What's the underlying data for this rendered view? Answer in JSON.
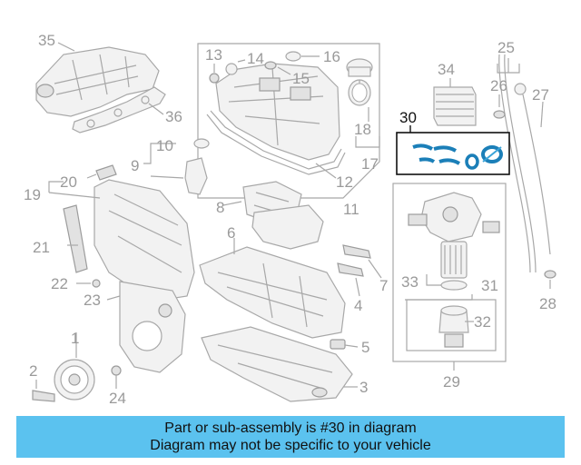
{
  "callouts": {
    "c1": "1",
    "c2": "2",
    "c3": "3",
    "c4": "4",
    "c5": "5",
    "c6": "6",
    "c7": "7",
    "c8": "8",
    "c9": "9",
    "c10": "10",
    "c11": "11",
    "c12": "12",
    "c13": "13",
    "c14": "14",
    "c15": "15",
    "c16": "16",
    "c17": "17",
    "c18": "18",
    "c19": "19",
    "c20": "20",
    "c21": "21",
    "c22": "22",
    "c23": "23",
    "c24": "24",
    "c25": "25",
    "c26": "26",
    "c27": "27",
    "c28": "28",
    "c29": "29",
    "c30": "30",
    "c31": "31",
    "c32": "32",
    "c33": "33",
    "c34": "34",
    "c35": "35",
    "c36": "36"
  },
  "highlight_callout": "30",
  "banner": {
    "line1": "Part or sub-assembly is #30 in diagram",
    "line2": "Diagram may not be specific to your vehicle"
  },
  "colors": {
    "banner_bg": "#5bc2ef",
    "highlight_part": "#3aa3d8",
    "part_line": "#a8a8a8"
  }
}
